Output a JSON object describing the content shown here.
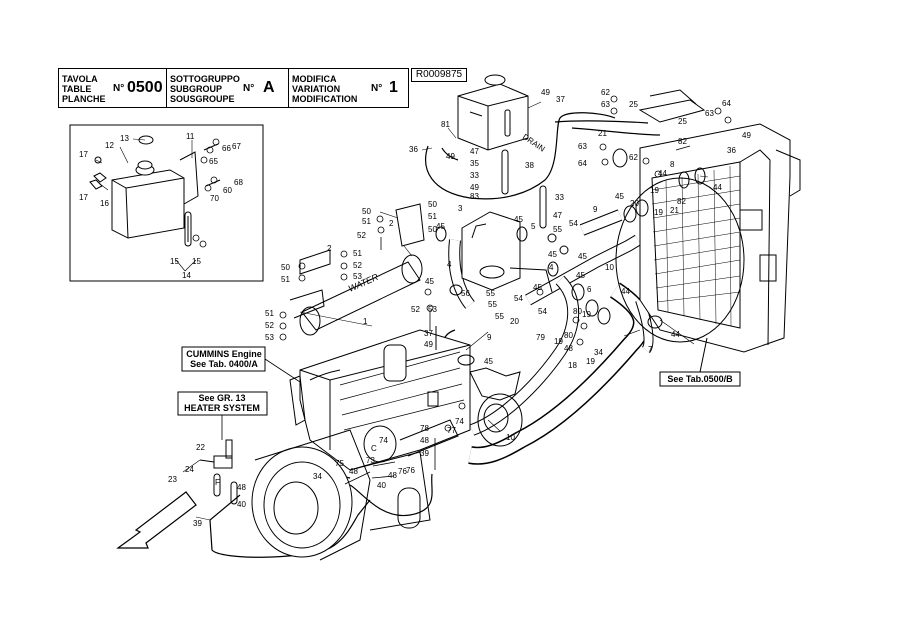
{
  "header": {
    "table_labels": [
      "TAVOLA",
      "TABLE",
      "PLANCHE"
    ],
    "table_no_label": "N°",
    "table_no": "0500",
    "subgroup_labels": [
      "SOTTOGRUPPO",
      "SUBGROUP",
      "SOUSGROUPE"
    ],
    "subgroup_no_label": "N°",
    "subgroup_no": "A",
    "modification_labels": [
      "MODIFICA",
      "VARIATION",
      "MODIFICATION"
    ],
    "modification_no_label": "N°",
    "modification_no": "1",
    "ref_code": "R0009875"
  },
  "notes": {
    "cummins": [
      "CUMMINS Engine",
      "See Tab. 0400/A"
    ],
    "heater": [
      "See GR. 13",
      "HEATER SYSTEM"
    ],
    "see_tab": "See Tab.0500/B"
  },
  "markings": {
    "water": "WATER",
    "drain": "DRAIN",
    "c": "C",
    "f": "F"
  },
  "callouts": {
    "inset": [
      "13",
      "11",
      "12",
      "17",
      "66",
      "67",
      "65",
      "68",
      "60",
      "70",
      "16",
      "17",
      "15",
      "15",
      "14"
    ],
    "tank": [
      "49",
      "37",
      "81",
      "49",
      "36",
      "47",
      "35",
      "33",
      "49",
      "83",
      "38",
      "33"
    ],
    "right": [
      "62",
      "63",
      "25",
      "64",
      "63",
      "21",
      "25",
      "49",
      "63",
      "62",
      "36",
      "64",
      "82",
      "8",
      "44",
      "44",
      "45",
      "19",
      "20",
      "82",
      "19",
      "21",
      "9",
      "45",
      "44",
      "10",
      "45",
      "6",
      "80",
      "19",
      "80",
      "19",
      "34",
      "48",
      "18",
      "19",
      "7",
      "44",
      "79",
      "45",
      "54",
      "55",
      "20",
      "54"
    ],
    "center": [
      "50",
      "51",
      "50",
      "51",
      "52",
      "50",
      "2",
      "3",
      "45",
      "45",
      "5",
      "47",
      "54",
      "55",
      "2",
      "51",
      "52",
      "53",
      "4",
      "56",
      "45",
      "4",
      "45",
      "53",
      "52",
      "55",
      "55",
      "50",
      "51",
      "51",
      "52",
      "53",
      "1",
      "37",
      "49",
      "9",
      "45"
    ],
    "lower": [
      "74",
      "76",
      "78",
      "77",
      "48",
      "74",
      "39",
      "10",
      "75",
      "73",
      "48",
      "76",
      "34",
      "48",
      "40",
      "22",
      "24",
      "23",
      "48",
      "40",
      "39"
    ]
  }
}
